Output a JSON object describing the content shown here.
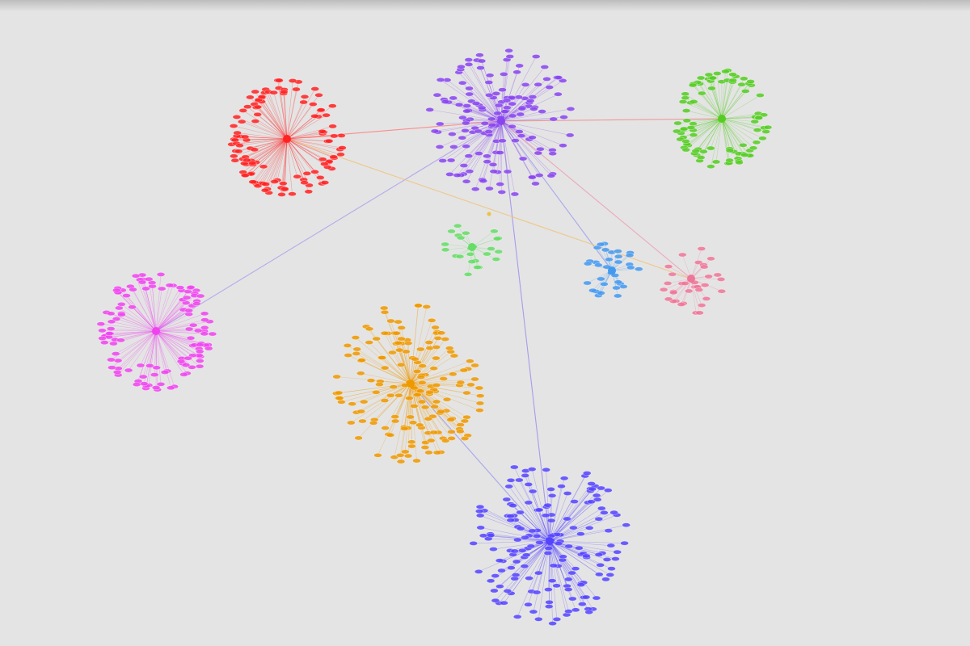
{
  "graph": {
    "background": "#e4e4e4",
    "clusters": [
      {
        "id": "purple",
        "color": "#8844ee",
        "count": 150,
        "spread": 90
      },
      {
        "id": "red",
        "color": "#ff2222",
        "count": 120,
        "spread": 70
      },
      {
        "id": "green",
        "color": "#55cc22",
        "count": 90,
        "spread": 58
      },
      {
        "id": "lime",
        "color": "#66dd66",
        "count": 24,
        "spread": 36
      },
      {
        "id": "sky",
        "color": "#4499ee",
        "count": 34,
        "spread": 34
      },
      {
        "id": "pink",
        "color": "#ee7799",
        "count": 34,
        "spread": 42
      },
      {
        "id": "magenta",
        "color": "#ee44ee",
        "count": 120,
        "spread": 70
      },
      {
        "id": "orange",
        "color": "#ee9900",
        "count": 170,
        "spread": 95
      },
      {
        "id": "blue",
        "color": "#5544ff",
        "count": 170,
        "spread": 98
      }
    ],
    "bridges": [
      {
        "from": "red",
        "to": "purple",
        "color": "#ff7777"
      },
      {
        "from": "purple",
        "to": "green",
        "color": "#ee8888"
      },
      {
        "from": "purple",
        "to": "magenta",
        "color": "#aa99ee"
      },
      {
        "from": "purple",
        "to": "blue",
        "color": "#9988ee"
      },
      {
        "from": "purple",
        "to": "sky",
        "color": "#9999ee"
      },
      {
        "from": "purple",
        "to": "pink",
        "color": "#ee99aa"
      },
      {
        "from": "red",
        "to": "pink",
        "color": "#f0c070"
      },
      {
        "from": "orange",
        "to": "blue",
        "color": "#9999ee"
      }
    ]
  }
}
